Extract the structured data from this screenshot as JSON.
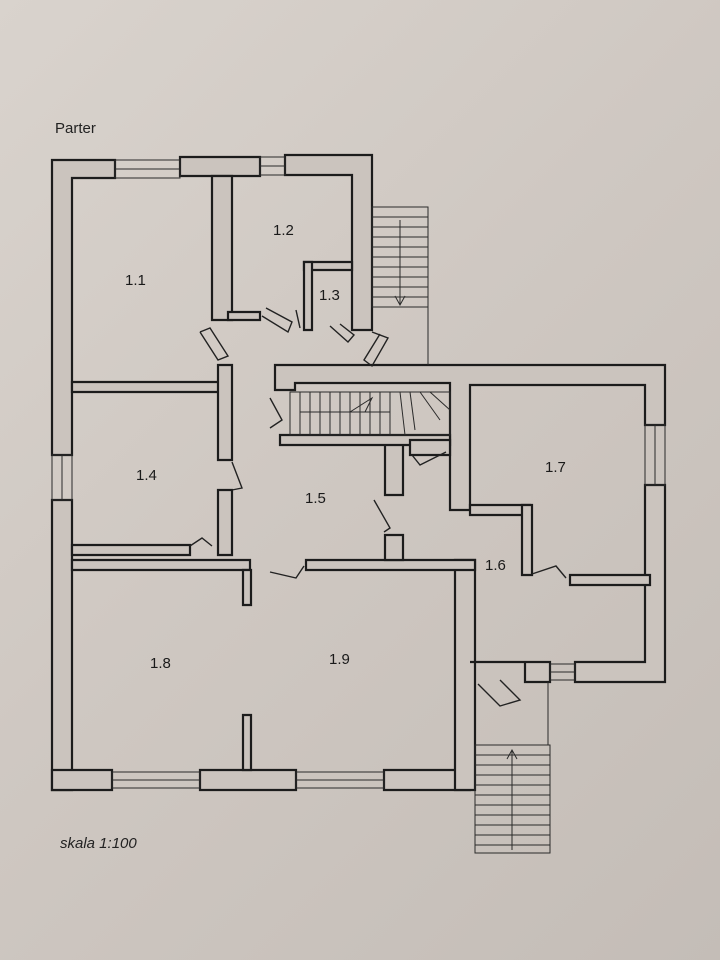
{
  "plan": {
    "title": "Parter",
    "scale": "skala 1:100",
    "rooms": [
      {
        "id": "1.1",
        "label": "1.1"
      },
      {
        "id": "1.2",
        "label": "1.2"
      },
      {
        "id": "1.3",
        "label": "1.3"
      },
      {
        "id": "1.4",
        "label": "1.4"
      },
      {
        "id": "1.5",
        "label": "1.5"
      },
      {
        "id": "1.6",
        "label": "1.6"
      },
      {
        "id": "1.7",
        "label": "1.7"
      },
      {
        "id": "1.8",
        "label": "1.8"
      },
      {
        "id": "1.9",
        "label": "1.9"
      }
    ]
  }
}
